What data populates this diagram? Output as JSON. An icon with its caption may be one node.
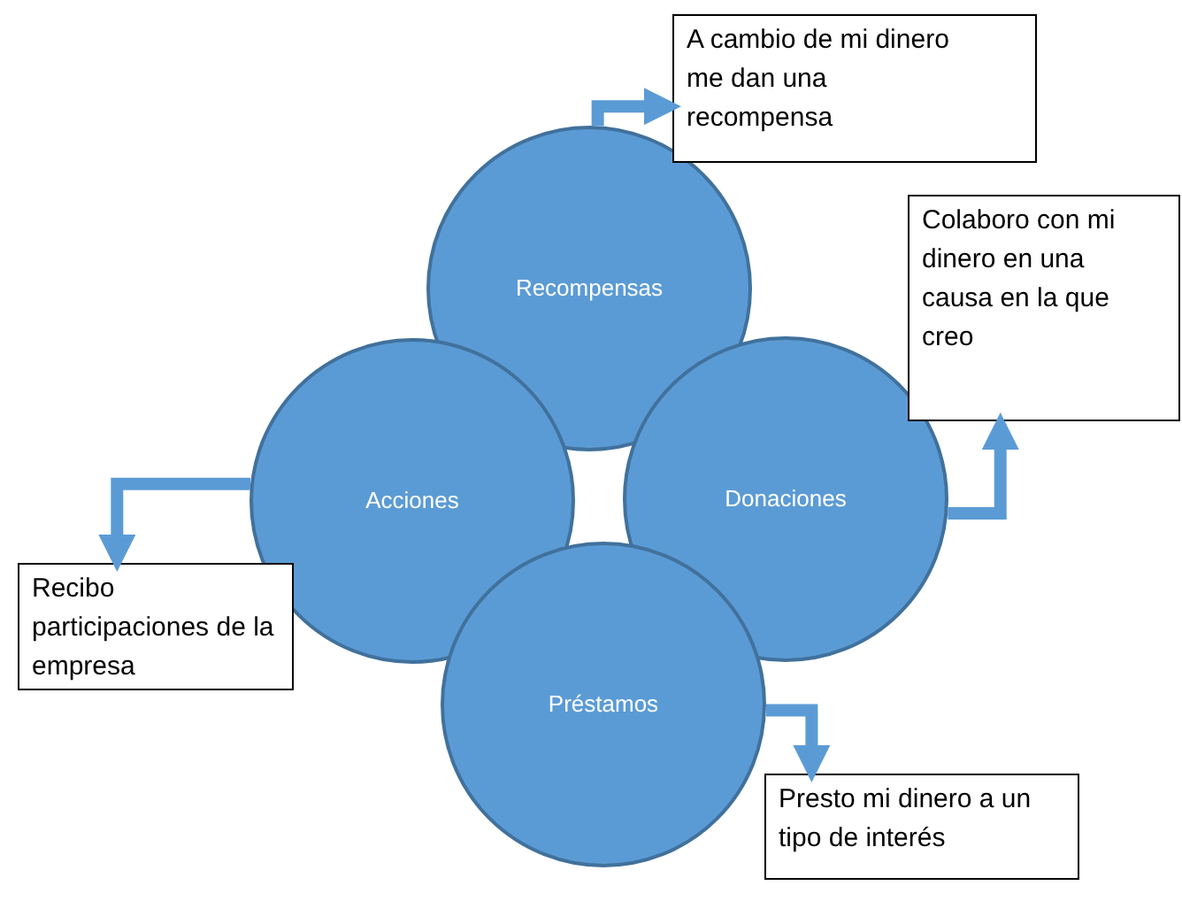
{
  "diagram": {
    "nodes": [
      {
        "text": [
          "Recompensas"
        ]
      },
      {
        "text": [
          "Acciones"
        ]
      },
      {
        "text": [
          "Donaciones"
        ]
      },
      {
        "text": [
          "Préstamos"
        ]
      },
      {
        "text": [
          "A cambio de mi dinero me dan una recompensa"
        ]
      },
      {
        "text": [
          "Colaboro con mi dinero en una causa en la que creo"
        ]
      },
      {
        "text": [
          "Recibo participaciones de la empresa"
        ]
      },
      {
        "text": [
          "Presto mi dinero a un tipo de interés"
        ]
      }
    ],
    "edges": [
      {
        "from": 0,
        "to": 4,
        "arrow": "to"
      },
      {
        "from": 2,
        "to": 5,
        "arrow": "to"
      },
      {
        "from": 1,
        "to": 6,
        "arrow": "to"
      },
      {
        "from": 3,
        "to": 7,
        "arrow": "to"
      }
    ]
  }
}
